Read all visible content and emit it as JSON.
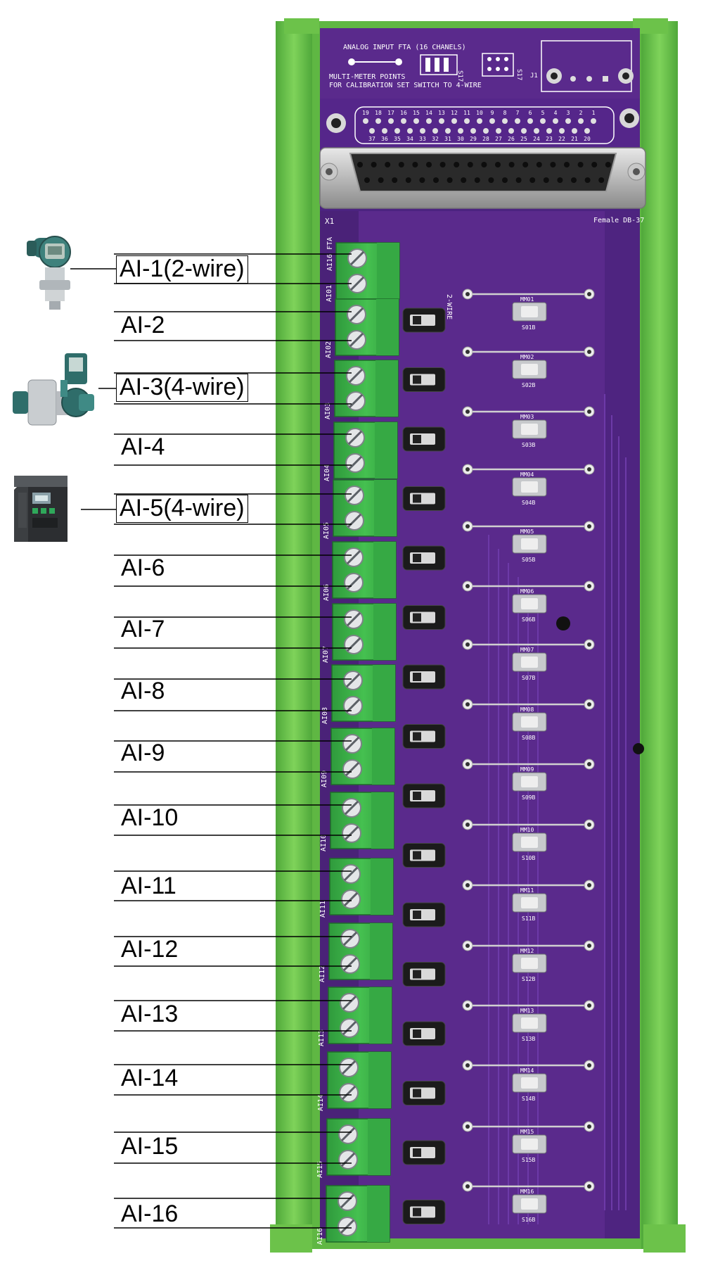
{
  "board": {
    "title": "ANALOG INPUT FTA (16 CHANELS)",
    "note_line1": "MULTI-METER POINTS",
    "note_line2": "FOR CALIBRATION SET SWITCH TO 4-WIRE",
    "connector_label": "X1",
    "connector_type": "Female DB-37",
    "s17": "S17",
    "j1": "J1",
    "s18_top": "2-WIRE",
    "pin_top": [
      "19",
      "18",
      "17",
      "16",
      "15",
      "14",
      "13",
      "12",
      "11",
      "10",
      "9",
      "8",
      "7",
      "6",
      "5",
      "4",
      "3",
      "2",
      "1"
    ],
    "pin_bottom": [
      "37",
      "36",
      "35",
      "34",
      "33",
      "32",
      "31",
      "30",
      "29",
      "28",
      "27",
      "26",
      "25",
      "24",
      "23",
      "22",
      "21",
      "20"
    ],
    "mm_points": [
      "MM01",
      "MM02",
      "MM03",
      "MM04",
      "MM05",
      "MM06",
      "MM07",
      "MM08",
      "MM09",
      "MM10",
      "MM11",
      "MM12",
      "MM13",
      "MM14",
      "MM15",
      "MM16"
    ],
    "switches": [
      "S01B",
      "S02B",
      "S03B",
      "S04B",
      "S05B",
      "S06B",
      "S07B",
      "S08B",
      "S09B",
      "S10B",
      "S11B",
      "S12B",
      "S13B",
      "S14B",
      "S15B",
      "S16B"
    ],
    "terminal_labels": [
      "AI16 FTA",
      "AI01",
      "AI02",
      "AI03",
      "AI04",
      "AI05",
      "AI06",
      "AI07",
      "AI08",
      "AI09",
      "AI10",
      "AI11",
      "AI12",
      "AI13",
      "AI14",
      "AI15",
      "AI16"
    ]
  },
  "channels": [
    {
      "label": "AI-1(2-wire)",
      "boxed": true,
      "device": "pressure-transmitter"
    },
    {
      "label": "AI-2",
      "boxed": false
    },
    {
      "label": "AI-3(4-wire)",
      "boxed": true,
      "device": "flow-meter"
    },
    {
      "label": "AI-4",
      "boxed": false
    },
    {
      "label": "AI-5(4-wire)",
      "boxed": true,
      "device": "variable-frequency-drive"
    },
    {
      "label": "AI-6",
      "boxed": false
    },
    {
      "label": "AI-7",
      "boxed": false
    },
    {
      "label": "AI-8",
      "boxed": false
    },
    {
      "label": "AI-9",
      "boxed": false
    },
    {
      "label": "AI-10",
      "boxed": false
    },
    {
      "label": "AI-11",
      "boxed": false
    },
    {
      "label": "AI-12",
      "boxed": false
    },
    {
      "label": "AI-13",
      "boxed": false
    },
    {
      "label": "AI-14",
      "boxed": false
    },
    {
      "label": "AI-15",
      "boxed": false
    },
    {
      "label": "AI-16",
      "boxed": false
    }
  ],
  "colors": {
    "pcb": "#5a2a8c",
    "pcb_dark": "#3a1a66",
    "din_rail": "#6cc24a",
    "terminal": "#3fb24a",
    "silkscreen": "#ffffff"
  }
}
